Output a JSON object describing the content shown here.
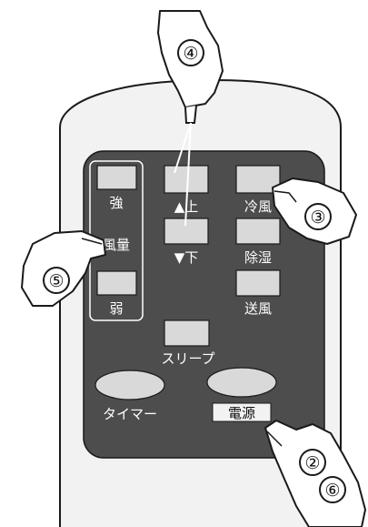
{
  "colors": {
    "remote_body": "#f2f2f2",
    "panel": "#4d4d4d",
    "button_face": "#d9d9d9",
    "outline": "#1a1a1a",
    "label_text": "#ffffff",
    "hand_fill": "#ffffff"
  },
  "remote": {
    "fan_group": {
      "strong_label": "強",
      "volume_label": "風量",
      "weak_label": "弱"
    },
    "up_label": "▲上",
    "down_label": "▼下",
    "cool_label": "冷風",
    "dehumid_label": "除湿",
    "fan_label": "送風",
    "sleep_label": "スリープ",
    "timer_label": "タイマー",
    "power_label": "電源"
  },
  "callouts": [
    {
      "id": "step-4",
      "text": "④",
      "target": "up/down buttons",
      "icon": "pointing-hand-icon"
    },
    {
      "id": "step-3",
      "text": "③",
      "target": "cool button",
      "icon": "pointing-hand-icon"
    },
    {
      "id": "step-5",
      "text": "⑤",
      "target": "fan volume buttons",
      "icon": "pointing-hand-icon"
    },
    {
      "id": "step-2",
      "text": "②",
      "target": "power button",
      "icon": "pointing-hand-icon"
    },
    {
      "id": "step-6",
      "text": "⑥",
      "target": "power button",
      "icon": "pointing-hand-icon"
    }
  ]
}
